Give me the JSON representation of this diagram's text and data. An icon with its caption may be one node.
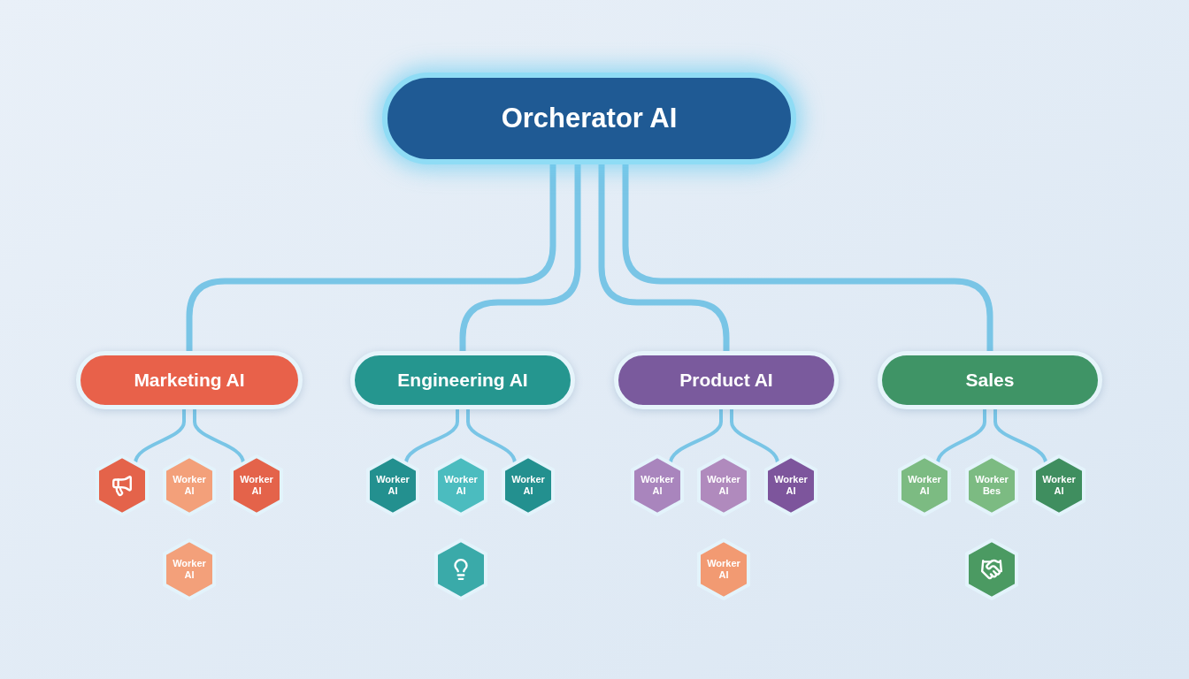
{
  "diagram": {
    "nodes": [
      {
        "text": [
          "Orcherator AI"
        ]
      },
      {
        "text": [
          "Marketing AI"
        ]
      },
      {
        "text": [
          "Engineering AI"
        ]
      },
      {
        "text": [
          "Product AI"
        ]
      },
      {
        "text": [
          "Sales"
        ]
      },
      {
        "text": [],
        "shape": "hexagon"
      },
      {
        "text": [
          "Worker AI"
        ]
      },
      {
        "text": [
          "Worker AI"
        ]
      },
      {
        "text": [
          "Worker AI"
        ]
      },
      {
        "text": [
          "Worker AI"
        ]
      },
      {
        "text": [
          "Worker AI"
        ]
      },
      {
        "text": [
          "Worker AI"
        ]
      },
      {
        "text": [],
        "shape": "hexagon"
      },
      {
        "text": [
          "Worker AI"
        ]
      },
      {
        "text": [
          "Worker AI"
        ]
      },
      {
        "text": [
          "Worker AI"
        ]
      },
      {
        "text": [
          "Worker AI"
        ]
      },
      {
        "text": [
          "Worker AI"
        ]
      },
      {
        "text": [
          "Worker Bes"
        ]
      },
      {
        "text": [
          "Worker AI"
        ]
      },
      {
        "text": [],
        "shape": "hexagon"
      }
    ],
    "edges": [
      {
        "from": 0,
        "to": 1,
        "arrow": "none"
      },
      {
        "from": 0,
        "to": 2,
        "arrow": "none"
      },
      {
        "from": 0,
        "to": 3,
        "arrow": "none"
      },
      {
        "from": 0,
        "to": 4,
        "arrow": "none"
      },
      {
        "from": 1,
        "to": 5,
        "arrow": "none"
      },
      {
        "from": 1,
        "to": 7,
        "arrow": "none"
      },
      {
        "from": 2,
        "to": 9,
        "arrow": "none"
      },
      {
        "from": 2,
        "to": 11,
        "arrow": "none"
      },
      {
        "from": 3,
        "to": 13,
        "arrow": "none"
      },
      {
        "from": 3,
        "to": 15,
        "arrow": "none"
      },
      {
        "from": 4,
        "to": 17,
        "arrow": "none"
      },
      {
        "from": 4,
        "to": 19,
        "arrow": "none"
      }
    ]
  }
}
